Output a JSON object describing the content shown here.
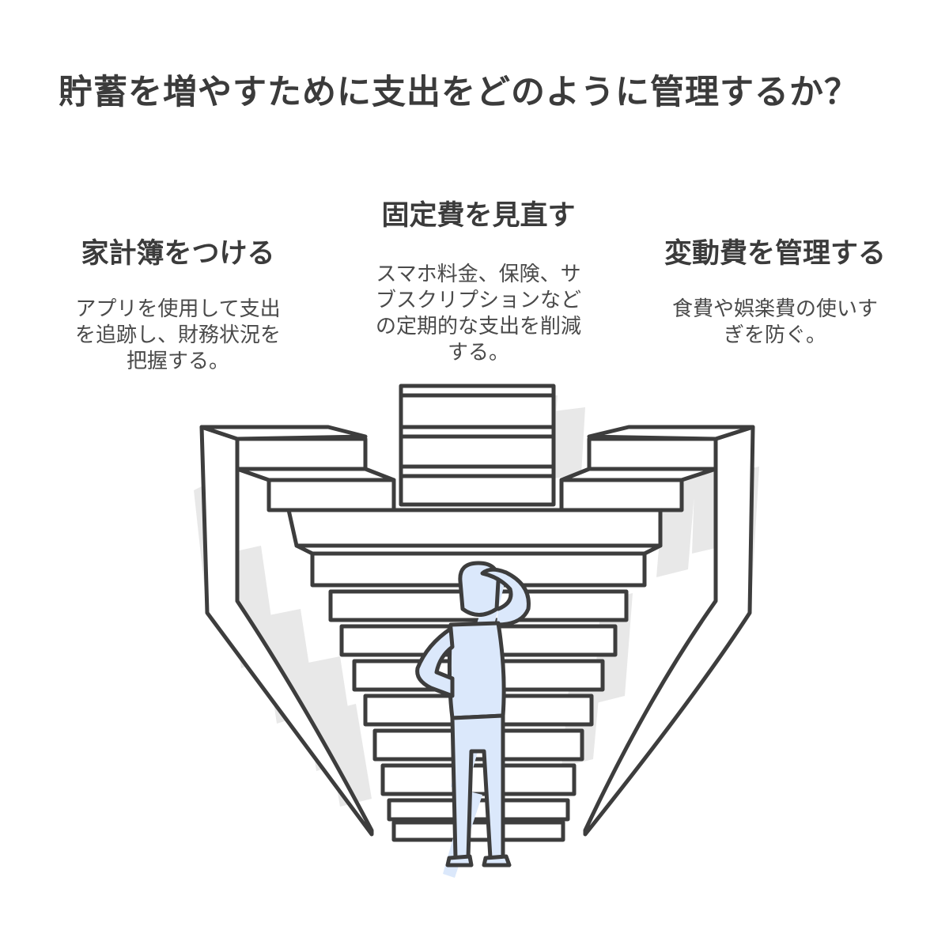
{
  "title": "貯蓄を増やすために支出をどのように管理するか？",
  "options": [
    {
      "heading": "家計簿をつける",
      "desc_lines": [
        "アプリを使用して支出",
        "を追跡し、財務状況を",
        "把握する。"
      ]
    },
    {
      "heading": "固定費を見直す",
      "desc_lines": [
        "スマホ料金、保険、サ",
        "ブスクリプションなど",
        "の定期的な支出を削減",
        "する。"
      ]
    },
    {
      "heading": "変動費を管理する",
      "desc_lines": [
        "食費や娯楽費の使いす",
        "ぎを防ぐ。"
      ]
    }
  ],
  "colors": {
    "text": "#3b3b3b",
    "stroke": "#3d3d3d",
    "stair_fill": "#ffffff",
    "shadow": "#e8e8e8",
    "person_fill": "#dbe8fb"
  },
  "illustration": {
    "icons": [
      "staircase-left",
      "staircase-center",
      "staircase-right",
      "person-thinking"
    ]
  }
}
